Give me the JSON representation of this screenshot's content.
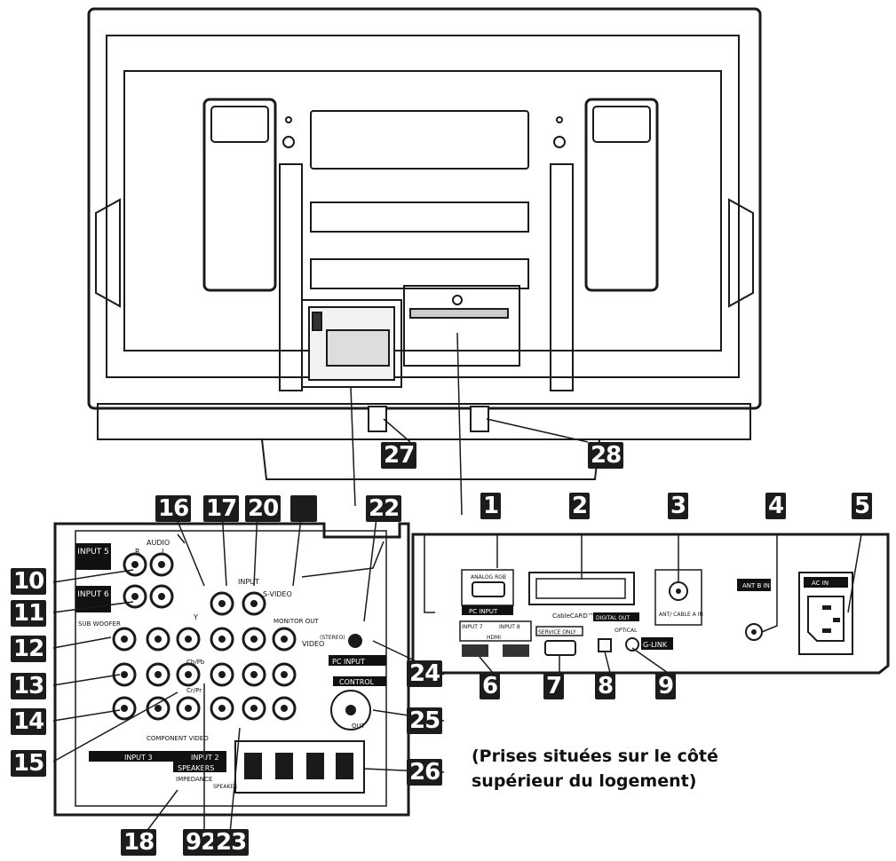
{
  "callouts": {
    "n1": "1",
    "n2": "2",
    "n3": "3",
    "n4": "4",
    "n5": "5",
    "n6": "6",
    "n7": "7",
    "n8": "8",
    "n9": "9",
    "n10": "10",
    "n11": "11",
    "n12": "12",
    "n13": "13",
    "n14": "14",
    "n15": "15",
    "n16": "16",
    "n17": "17",
    "n18": "18",
    "n20": "20",
    "n22": "22",
    "n24": "24",
    "n25": "25",
    "n26": "26",
    "n27": "27",
    "n28": "28",
    "n92": "92",
    "n23": "23"
  },
  "caption": {
    "line1": "(Prises situées sur le côté",
    "line2": "supérieur du logement)"
  },
  "left_panel": {
    "input5": "INPUT 5",
    "input6": "INPUT 6",
    "audio": "AUDIO",
    "r": "R",
    "l": "L",
    "sub_woofer": "SUB WOOFER",
    "input": "INPUT",
    "s_video": "S-VIDEO",
    "monitor_out": "MONITOR OUT",
    "video": "VIDEO",
    "y": "Y",
    "cb_pb": "Cb/Pb",
    "cr_pr": "Cr/Pr",
    "component_video": "COMPONENT VIDEO",
    "input3": "INPUT 3",
    "input2": "INPUT 2",
    "audio_stereo": "(STEREO)",
    "pc_input": "PC INPUT",
    "control": "CONTROL",
    "out": "OUT",
    "speakers": "SPEAKERS",
    "impedance": "IMPEDANCE",
    "speaker": "SPEAKER"
  },
  "right_panel": {
    "analog_rgb": "ANALOG RGB",
    "pc_input": "PC INPUT",
    "cablecard": "CableCARD™",
    "ant_cable_a_in": "ANT/ CABLE A IN",
    "ant_b_in": "ANT B IN",
    "ac_in": "AC IN",
    "input7": "INPUT 7",
    "input8": "INPUT 8",
    "hdmi": "HDMI",
    "service_only": "SERVICE ONLY",
    "digital_out": "DIGITAL OUT",
    "optical": "OPTICAL",
    "g_link": "G-LINK"
  }
}
